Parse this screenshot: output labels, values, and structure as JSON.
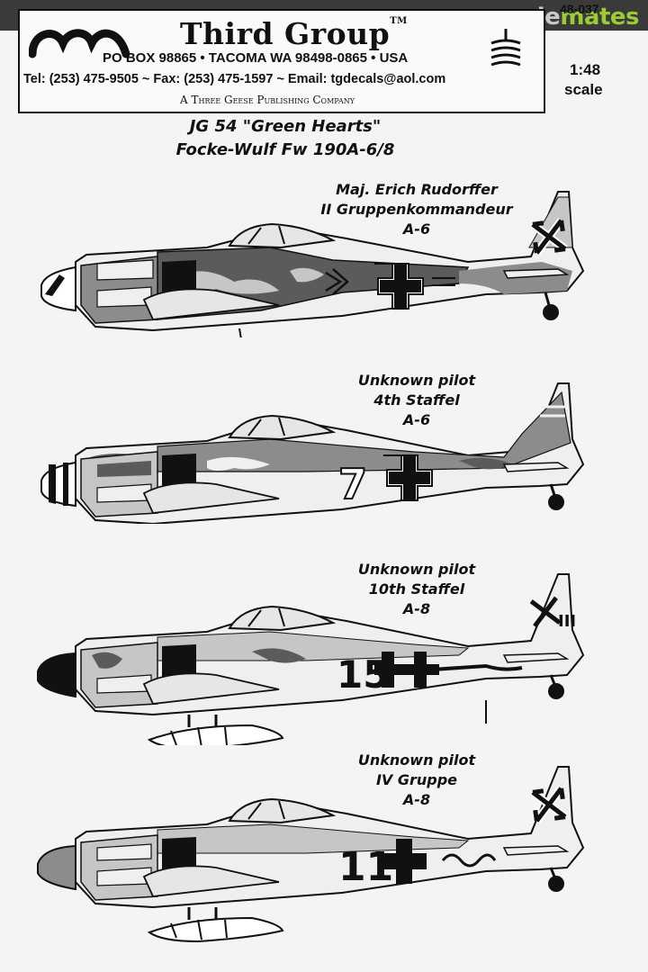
{
  "watermark": {
    "part1": "scale",
    "part2": "mates"
  },
  "header": {
    "company": "Third Group",
    "trademark": "TM",
    "address": "PO BOX 98865 • TACOMA  WA  98498-0865 • USA",
    "contact": "Tel: (253) 475-9505 ~ Fax: (253) 475-1597 ~ Email: tgdecals@aol.com",
    "publisher": "A Three Geese Publishing Company"
  },
  "product": {
    "catalog_number": "48-037",
    "scale_ratio": "1:48",
    "scale_word": "scale"
  },
  "sheet_title": {
    "line1": "JG 54 \"Green Hearts\"",
    "line2": "Focke-Wulf Fw 190A-6/8"
  },
  "profiles": [
    {
      "line1": "Maj. Erich Rudorffer",
      "line2": "II Gruppenkommandeur",
      "line3": "A-6"
    },
    {
      "line1": "Unknown pilot",
      "line2": "4th Staffel",
      "line3": "A-6",
      "marking": "7"
    },
    {
      "line1": "Unknown pilot",
      "line2": "10th Staffel",
      "line3": "A-8",
      "marking": "15",
      "tail_marking": "III"
    },
    {
      "line1": "Unknown pilot",
      "line2": "IV Gruppe",
      "line3": "A-8",
      "marking": "11"
    }
  ],
  "colors": {
    "camo_dark": "#5b5b5b",
    "camo_mid": "#8c8c8c",
    "camo_light": "#c6c6c6",
    "fuselage": "#efefef",
    "ink": "#111111"
  }
}
